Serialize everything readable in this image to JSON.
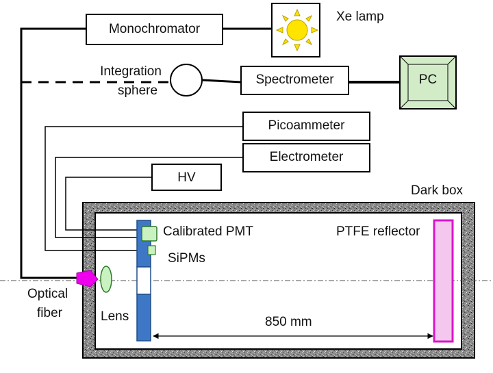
{
  "diagram": {
    "components": {
      "monochromator": "Monochromator",
      "xe_lamp": "Xe lamp",
      "integration_sphere_line1": "Integration",
      "integration_sphere_line2": "sphere",
      "spectrometer": "Spectrometer",
      "pc": "PC",
      "picoammeter": "Picoammeter",
      "electrometer": "Electrometer",
      "hv": "HV",
      "dark_box": "Dark box",
      "calibrated_pmt": "Calibrated PMT",
      "sipms": "SiPMs",
      "ptfe_reflector": "PTFE reflector",
      "optical_fiber_line1": "Optical",
      "optical_fiber_line2": "fiber",
      "lens": "Lens"
    },
    "distance_label": "850 mm",
    "colors": {
      "line": "#000000",
      "sun": "#ffe400",
      "pc_fill": "#d3ecc8",
      "detector_board": "#3f77c7",
      "pmt": "#c9f2c0",
      "ptfe_fill": "#f4c8ee",
      "ptfe_border": "#d816c8",
      "fiber": "#ee00ee",
      "lens": "#c9f2c0",
      "dark_box_wall": "#7a7a7a"
    }
  }
}
